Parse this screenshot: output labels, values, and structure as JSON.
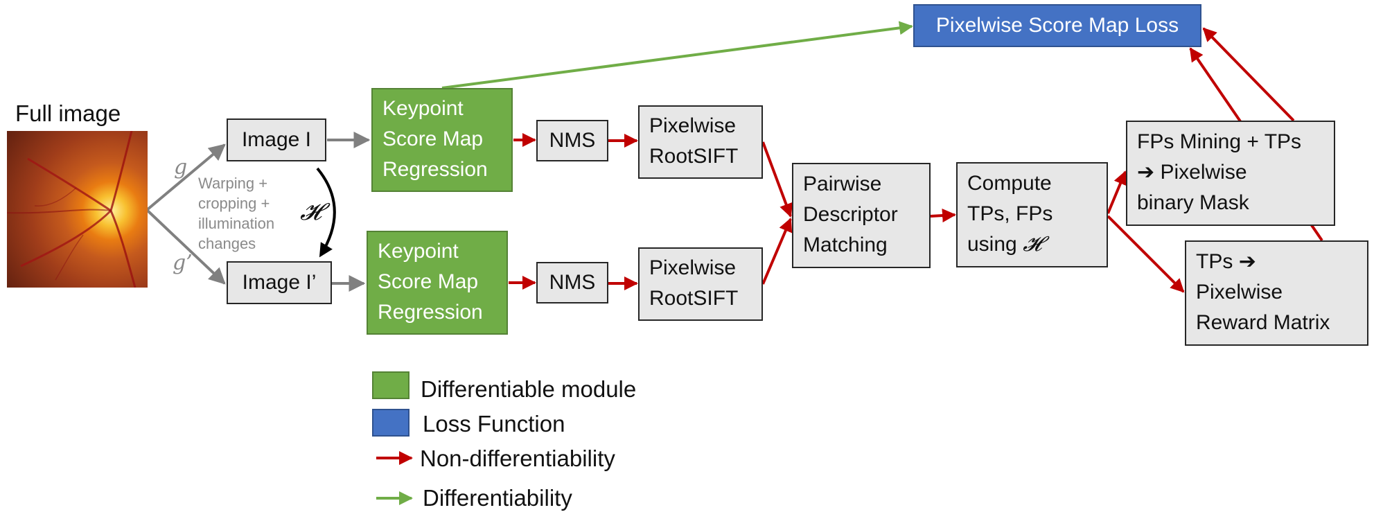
{
  "colors": {
    "differentiable": "#70ad47",
    "loss": "#4472c4",
    "non_differentiable_arrow": "#c00000",
    "differentiable_arrow": "#70ad47",
    "neutral_arrow": "#808080",
    "box_fill": "#e7e7e7"
  },
  "input": {
    "title": "Full image",
    "g_label": "g",
    "g_prime_label": "g’",
    "augment_lines": [
      "Warping +",
      "cropping +",
      "illumination",
      "changes"
    ]
  },
  "nodes": {
    "image_i": "Image I",
    "image_i_prime": "Image I’",
    "homography_symbol": "𝓗",
    "kp_top": [
      "Keypoint",
      "Score Map",
      "Regression"
    ],
    "kp_bottom": [
      "Keypoint",
      "Score Map",
      "Regression"
    ],
    "nms_top": "NMS",
    "nms_bottom": "NMS",
    "rootsift_top": [
      "Pixelwise",
      "RootSIFT"
    ],
    "rootsift_bottom": [
      "Pixelwise",
      "RootSIFT"
    ],
    "matching": [
      "Pairwise",
      "Descriptor",
      "Matching"
    ],
    "compute": [
      "Compute",
      "TPs, FPs",
      "using"
    ],
    "fps_mining": [
      "FPs Mining + TPs",
      "Pixelwise",
      "binary Mask"
    ],
    "arrow_glyph": "➔",
    "tps_reward": [
      "TPs",
      "Pixelwise",
      "Reward Matrix"
    ],
    "loss": "Pixelwise Score Map Loss"
  },
  "legend": [
    {
      "kind": "swatch",
      "color": "#70ad47",
      "label": "Differentiable module"
    },
    {
      "kind": "swatch",
      "color": "#4472c4",
      "label": "Loss Function"
    },
    {
      "kind": "arrow",
      "color": "#c00000",
      "label": "Non-differentiability"
    },
    {
      "kind": "arrow",
      "color": "#70ad47",
      "label": "Differentiability"
    }
  ]
}
